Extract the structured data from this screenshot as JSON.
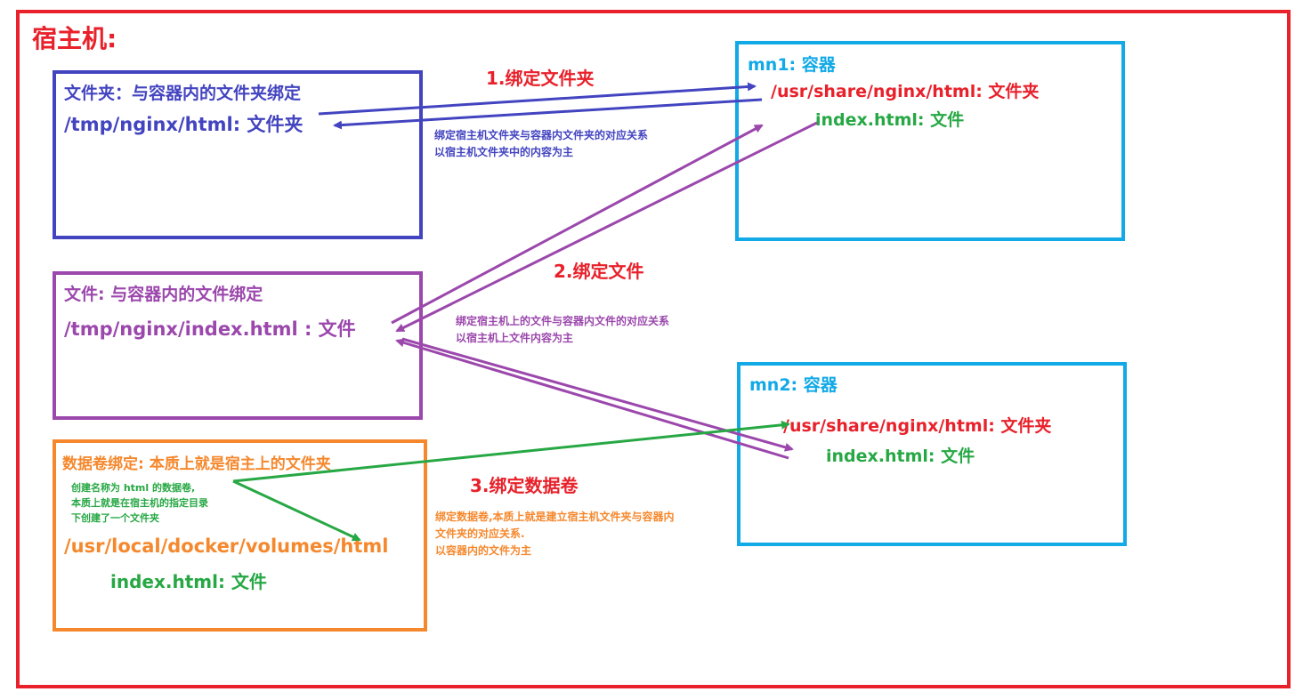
{
  "colors": {
    "host_red": "#e8212b",
    "folder_blue": "#4344c0",
    "file_purple": "#9b47ac",
    "volume_orange": "#f5882d",
    "container_cyan": "#12a9e7",
    "path_green": "#27a844",
    "step_red": "#e8212b"
  },
  "host": {
    "title": "宿主机:"
  },
  "folder_box": {
    "title": "文件夹：与容器内的文件夹绑定",
    "path": "/tmp/nginx/html: 文件夹"
  },
  "file_box": {
    "title": "文件: 与容器内的文件绑定",
    "path": "/tmp/nginx/index.html : 文件"
  },
  "volume_box": {
    "title": "数据卷绑定: 本质上就是宿主上的文件夹",
    "note_lines": [
      "创建名称为 html 的数据卷,",
      "本质上就是在宿主机的指定目录",
      "下创建了一个文件夹"
    ],
    "path": "/usr/local/docker/volumes/html",
    "file": "index.html: 文件"
  },
  "mn1": {
    "title": "mn1: 容器",
    "path": "/usr/share/nginx/html: 文件夹",
    "file": "index.html: 文件"
  },
  "mn2": {
    "title": "mn2: 容器",
    "path": "/usr/share/nginx/html: 文件夹",
    "file": "index.html: 文件"
  },
  "steps": {
    "folder": {
      "label": "1.绑定文件夹",
      "desc_lines": [
        "绑定宿主机文件夹与容器内文件夹的对应关系",
        "以宿主机文件夹中的内容为主"
      ]
    },
    "file": {
      "label": "2.绑定文件",
      "desc_lines": [
        "绑定宿主机上的文件与容器内文件的对应关系",
        "以宿主机上文件内容为主"
      ]
    },
    "volume": {
      "label": "3.绑定数据卷",
      "desc_lines": [
        "绑定数据卷,本质上就是建立宿主机文件夹与容器内",
        "文件夹的对应关系.",
        "以容器内的文件为主"
      ]
    }
  }
}
